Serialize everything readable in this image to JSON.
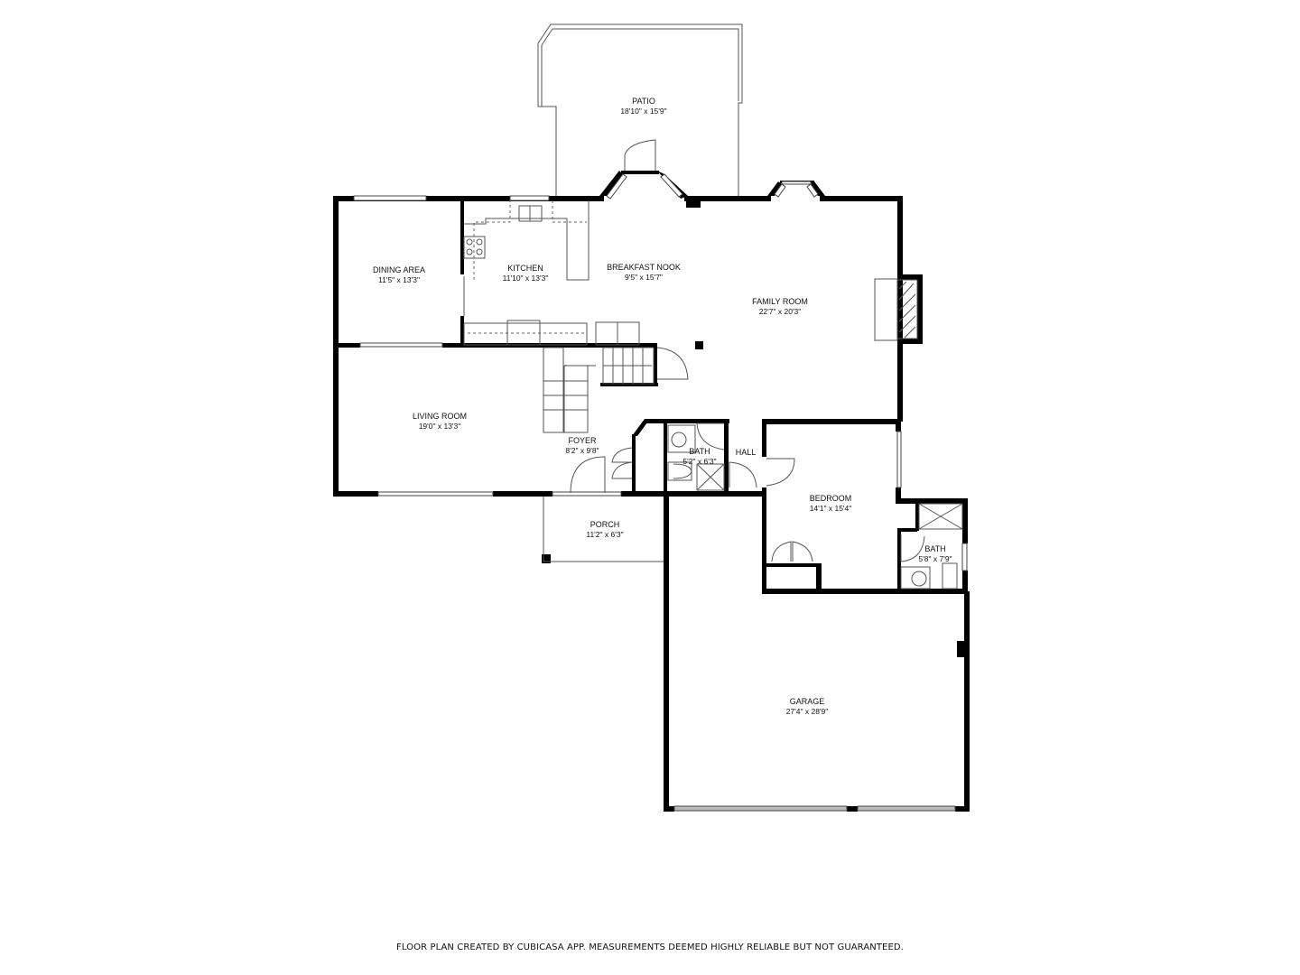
{
  "rooms": [
    {
      "id": "patio",
      "name": "PATIO",
      "dims": "18'10\" x 15'9\""
    },
    {
      "id": "dining",
      "name": "DINING AREA",
      "dims": "11'5\" x 13'3\""
    },
    {
      "id": "kitchen",
      "name": "KITCHEN",
      "dims": "11'10\" x 13'3\""
    },
    {
      "id": "nook",
      "name": "BREAKFAST NOOK",
      "dims": "9'5\" x 15'7\""
    },
    {
      "id": "family",
      "name": "FAMILY ROOM",
      "dims": "22'7\" x 20'3\""
    },
    {
      "id": "living",
      "name": "LIVING ROOM",
      "dims": "19'0\" x 13'3\""
    },
    {
      "id": "foyer",
      "name": "FOYER",
      "dims": "8'2\" x 9'8\""
    },
    {
      "id": "bath1",
      "name": "BATH",
      "dims": "5'2\" x 6'3\""
    },
    {
      "id": "hall",
      "name": "HALL",
      "dims": ""
    },
    {
      "id": "bedroom",
      "name": "BEDROOM",
      "dims": "14'1\" x 15'4\""
    },
    {
      "id": "bath2",
      "name": "BATH",
      "dims": "5'8\" x 7'9\""
    },
    {
      "id": "porch",
      "name": "PORCH",
      "dims": "11'2\" x 6'3\""
    },
    {
      "id": "garage",
      "name": "GARAGE",
      "dims": "27'4\" x 28'9\""
    }
  ],
  "footer": {
    "disclaimer": "FLOOR PLAN CREATED BY CUBICASA APP. MEASUREMENTS DEEMED HIGHLY RELIABLE BUT NOT GUARANTEED."
  },
  "colors": {
    "wall": "#000000",
    "line": "#555555",
    "background": "#ffffff"
  }
}
